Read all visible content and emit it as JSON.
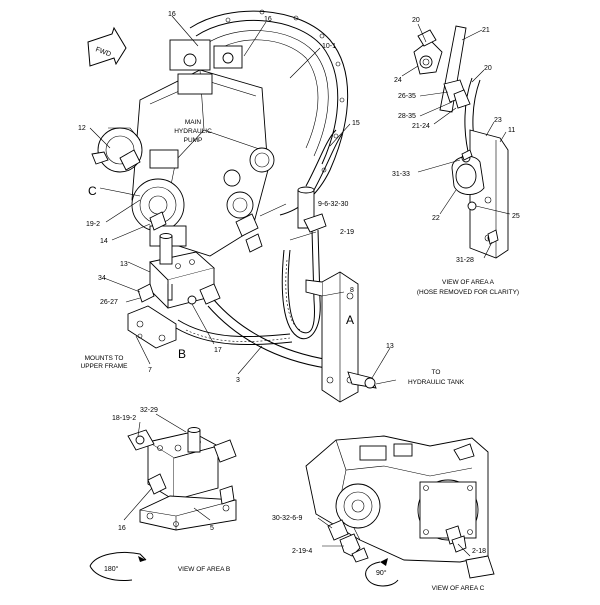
{
  "callouts": {
    "c16a": "16",
    "c16b": "16",
    "c10_1": "10-1",
    "c12": "12",
    "c15": "15",
    "c19_2": "19-2",
    "c14": "14",
    "c9_6": "9-6-32-30",
    "c2_19": "2-19",
    "c8": "8",
    "c13a": "13",
    "c34": "34",
    "c26_27": "26-27",
    "c17": "17",
    "c7": "7",
    "c3": "3",
    "c13b": "13",
    "a20a": "20",
    "a21": "21",
    "a24": "24",
    "a20b": "20",
    "a26_35": "26-35",
    "a28_35": "28-35",
    "a21_24": "21-24",
    "a23": "23",
    "a11": "11",
    "a31_33": "31-33",
    "a22": "22",
    "a25": "25",
    "a31_28": "31-28",
    "b18_19_2": "18-19-2",
    "b32_29": "32-29",
    "b16": "16",
    "b5": "5",
    "c30_32": "30-32-6-9",
    "c2_19_4": "2-19-4",
    "c2_18": "2-18"
  },
  "area_letters": {
    "A": "A",
    "B": "B",
    "C": "C"
  },
  "texts": {
    "fwd": "FWD",
    "main_pump_1": "MAIN",
    "main_pump_2": "HYDRAULIC",
    "main_pump_3": "PUMP",
    "mounts_1": "MOUNTS TO",
    "mounts_2": "UPPER FRAME",
    "to_tank_1": "TO",
    "to_tank_2": "HYDRAULIC TANK",
    "view_a_1": "VIEW OF AREA A",
    "view_a_2": "(HOSE REMOVED FOR CLARITY)",
    "view_b": "VIEW OF AREA B",
    "view_c": "VIEW OF AREA C",
    "rot_180": "180°",
    "rot_90": "90°"
  }
}
